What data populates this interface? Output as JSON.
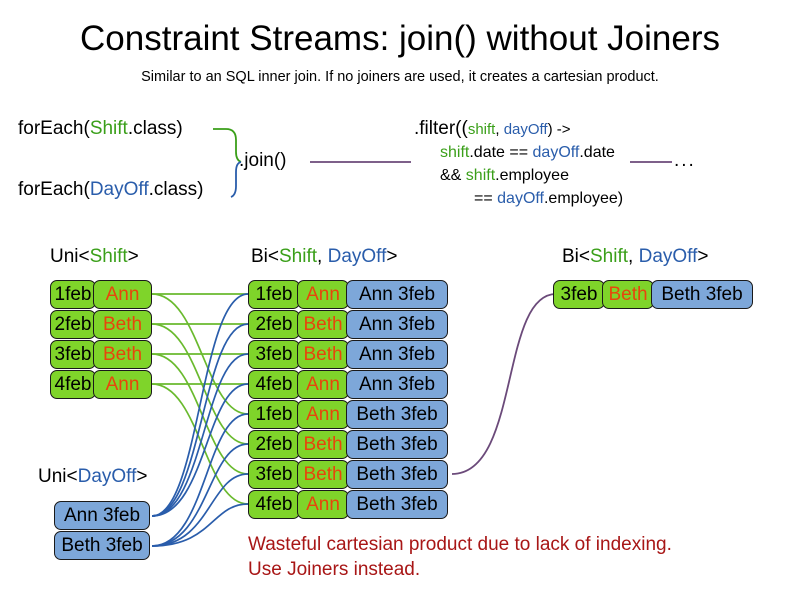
{
  "header": {
    "title": "Constraint Streams: join() without Joiners",
    "subtitle": "Similar to an SQL inner join. If no joiners are used, it creates a cartesian product."
  },
  "code": {
    "foreach_shift": {
      "prefix": "forEach(",
      "type": "Shift",
      "suffix": ".class)"
    },
    "foreach_dayoff": {
      "prefix": "forEach(",
      "type": "DayOff",
      "suffix": ".class)"
    },
    "join_label": ".join()",
    "filter": {
      "line1_a": ".filter((",
      "line1_shift": "shift",
      "line1_comma": ", ",
      "line1_dayoff": "dayOff",
      "line1_b": ") ->",
      "line2_shift": "shift",
      "line2_mid": ".date == ",
      "line2_dayoff": "dayOff",
      "line2_end": ".date",
      "line3_a": "&& ",
      "line3_shift": "shift",
      "line3_end": ".employee",
      "line4_a": "== ",
      "line4_dayoff": "dayOff",
      "line4_end": ".employee)"
    },
    "ellipsis": "..."
  },
  "streams": {
    "uni_shift_header": {
      "prefix": "Uni<",
      "type": "Shift",
      "suffix": ">"
    },
    "bi_mid_header": {
      "prefix": "Bi<",
      "type1": "Shift",
      "sep": ", ",
      "type2": "DayOff",
      "suffix": ">"
    },
    "bi_right_header": {
      "prefix": "Bi<",
      "type1": "Shift",
      "sep": ", ",
      "type2": "DayOff",
      "suffix": ">"
    },
    "uni_dayoff_header": {
      "prefix": "Uni<",
      "type": "DayOff",
      "suffix": ">"
    }
  },
  "uni_shift_rows": [
    {
      "date": "1feb",
      "name": "Ann"
    },
    {
      "date": "2feb",
      "name": "Beth"
    },
    {
      "date": "3feb",
      "name": "Beth"
    },
    {
      "date": "4feb",
      "name": "Ann"
    }
  ],
  "uni_dayoff_rows": [
    {
      "dayoff": "Ann 3feb"
    },
    {
      "dayoff": "Beth 3feb"
    }
  ],
  "bi_mid_rows": [
    {
      "date": "1feb",
      "name": "Ann",
      "dayoff": "Ann 3feb"
    },
    {
      "date": "2feb",
      "name": "Beth",
      "dayoff": "Ann 3feb"
    },
    {
      "date": "3feb",
      "name": "Beth",
      "dayoff": "Ann 3feb"
    },
    {
      "date": "4feb",
      "name": "Ann",
      "dayoff": "Ann 3feb"
    },
    {
      "date": "1feb",
      "name": "Ann",
      "dayoff": "Beth 3feb"
    },
    {
      "date": "2feb",
      "name": "Beth",
      "dayoff": "Beth 3feb"
    },
    {
      "date": "3feb",
      "name": "Beth",
      "dayoff": "Beth 3feb"
    },
    {
      "date": "4feb",
      "name": "Ann",
      "dayoff": "Beth 3feb"
    }
  ],
  "bi_right_rows": [
    {
      "date": "3feb",
      "name": "Beth",
      "dayoff": "Beth 3feb"
    }
  ],
  "warning": {
    "line1": "Wasteful cartesian product due to lack of indexing.",
    "line2": "Use Joiners instead."
  },
  "colors": {
    "shift_green": "#3a9f19",
    "dayoff_blue": "#2a5dab",
    "box_green": "#7fd42a",
    "box_blue": "#7da7d9",
    "name_orange": "#e8450c",
    "warning_red": "#a81616",
    "connector_purple": "#6b4a7a"
  }
}
